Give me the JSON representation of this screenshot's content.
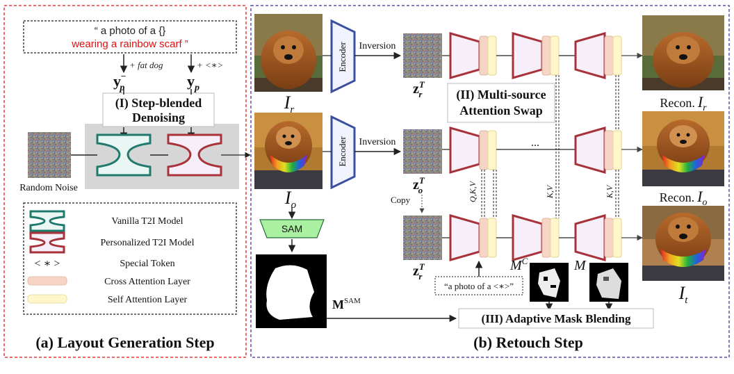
{
  "colors": {
    "red_dash": "#e53935",
    "blue_dash": "#5b4fae",
    "teal": "#1f7a6d",
    "maroon": "#a8323a",
    "encoder_fill": "#f0f3fb",
    "encoder_stroke": "#3b4fa0",
    "sam_fill": "#a9f0a0",
    "cross_attn": "#f6d5c6",
    "self_attn": "#fff6cc",
    "prompt_red": "#e01010"
  },
  "layout_step": {
    "prompt_line1": "“ a photo of a {}",
    "prompt_line2": "wearing a rainbow scarf ”",
    "y_neg": "y",
    "y_neg_sup": "−",
    "y_neg_sub": "p",
    "fat_dog": "+ fat dog",
    "y_pos": "y",
    "y_pos_sub": "p",
    "special_token_add": "+ <∗>",
    "step_blended_line1": "(I) Step-blended",
    "step_blended_line2": "Denoising",
    "random_noise": "Random Noise",
    "title": "(a) Layout Generation Step"
  },
  "legend": {
    "vanilla": "Vanilla T2I Model",
    "personalized": "Personalized T2I Model",
    "special_token_symbol": "< ∗ >",
    "special_token": "Special Token",
    "cross_attention": "Cross Attention Layer",
    "self_attention": "Self Attention Layer"
  },
  "retouch_step": {
    "encoder": "Encoder",
    "inversion": "Inversion",
    "I_r": "I",
    "I_r_sub": "r",
    "I_o": "I",
    "I_o_sub": "o",
    "I_t": "I",
    "I_t_sub": "t",
    "z": "z",
    "z_sup": "T",
    "z_r_sub": "r",
    "z_o_sub": "o",
    "copy": "Copy",
    "sam": "SAM",
    "m_sam": "M",
    "m_sam_sup": "SAM",
    "m_c": "M",
    "m_c_sup": "C",
    "m": "M",
    "multi_source_line1": "(II) Multi-source",
    "multi_source_line2": "Attention Swap",
    "qkv": "Q,K,V",
    "kv1": "K,V",
    "kv2": "K,V",
    "dots": "...",
    "prompt_star": "“a photo of a <∗>”",
    "recon": "Recon.",
    "adaptive_mask": "(III) Adaptive Mask Blending",
    "title": "(b) Retouch Step"
  }
}
